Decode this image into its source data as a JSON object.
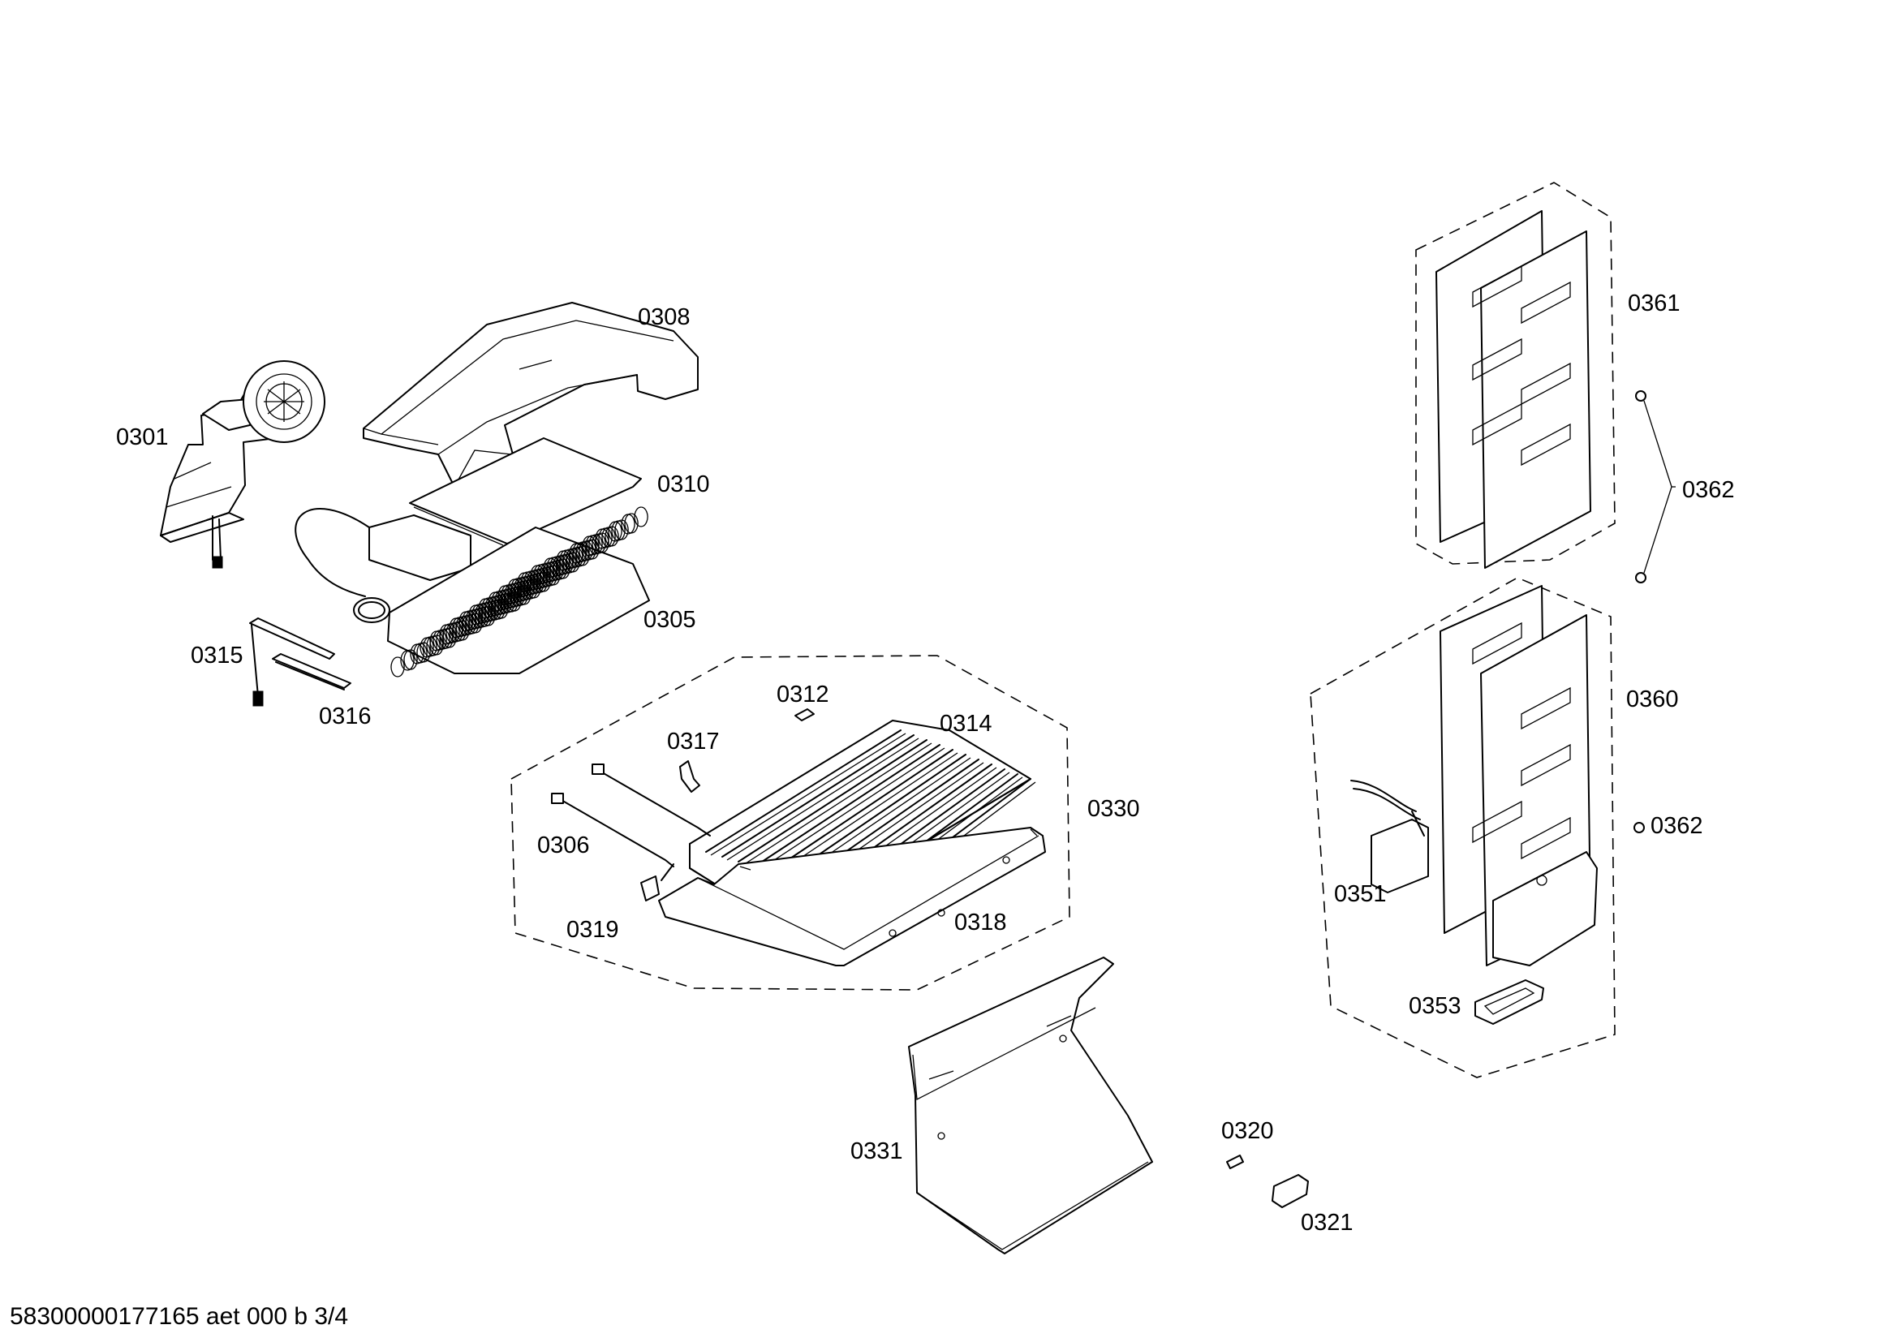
{
  "diagram": {
    "labels": {
      "p0301": "0301",
      "p0305": "0305",
      "p0306": "0306",
      "p0308": "0308",
      "p0310": "0310",
      "p0312": "0312",
      "p0314": "0314",
      "p0315": "0315",
      "p0316": "0316",
      "p0317": "0317",
      "p0318": "0318",
      "p0319": "0319",
      "p0320": "0320",
      "p0321": "0321",
      "p0330": "0330",
      "p0331": "0331",
      "p0351": "0351",
      "p0353": "0353",
      "p0360": "0360",
      "p0361": "0361",
      "p0362a": "0362",
      "p0362b": "0362"
    },
    "footer": "58300000177165 aet 000 b 3/4"
  }
}
